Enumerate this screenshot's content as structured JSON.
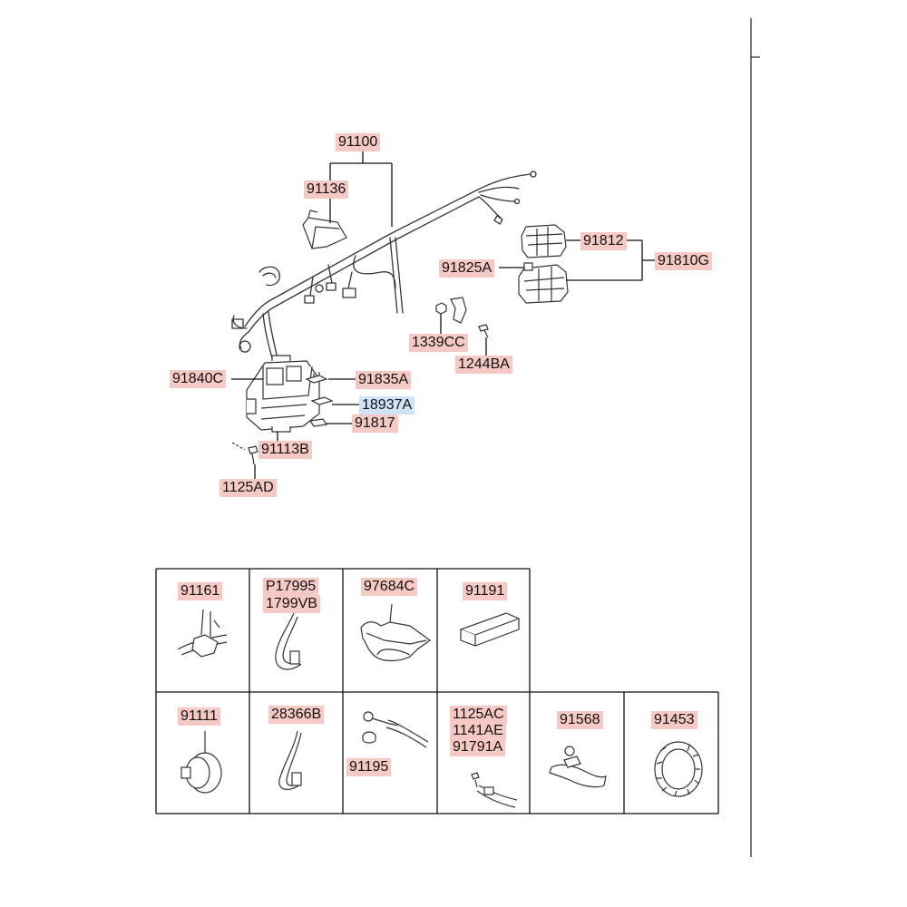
{
  "colors": {
    "label_bg": "#f6c9c4",
    "label_selected_bg": "#cfe2f6",
    "line": "#111111",
    "drawing": "#333333"
  },
  "main_diagram": {
    "labels": {
      "harness_main": "91100",
      "clip_bracket": "91136",
      "relay_box_upper": "91812",
      "relay_box_assy": "91810G",
      "relay_box_lower": "91825A",
      "nut": "1339CC",
      "bolt_right": "1244BA",
      "junction_box": "91840C",
      "fuse_a": "91835A",
      "fuse_selected": "18937A",
      "fuse_b": "91817",
      "junction_cover": "91113B",
      "bolt_left": "1125AD"
    }
  },
  "parts_table": {
    "row1": [
      {
        "labels": [
          "91161"
        ],
        "icon": "grommet-clip-icon"
      },
      {
        "labels": [
          "P17995",
          "1799VB"
        ],
        "icon": "cable-tie-icon"
      },
      {
        "labels": [
          "97684C"
        ],
        "icon": "protector-bracket-icon"
      },
      {
        "labels": [
          "91191"
        ],
        "icon": "tape-pad-icon"
      }
    ],
    "row2": [
      {
        "labels": [
          "91111"
        ],
        "icon": "rubber-grommet-icon"
      },
      {
        "labels": [
          "28366B"
        ],
        "icon": "band-clip-icon"
      },
      {
        "labels": [
          "91195"
        ],
        "icon": "wire-eyelet-icon"
      },
      {
        "labels": [
          "1125AC",
          "1141AE",
          "91791A"
        ],
        "icon": "bolt-wire-icon"
      },
      {
        "labels": [
          "91568"
        ],
        "icon": "holder-clip-icon"
      },
      {
        "labels": [
          "91453"
        ],
        "icon": "ring-grommet-icon"
      }
    ]
  }
}
